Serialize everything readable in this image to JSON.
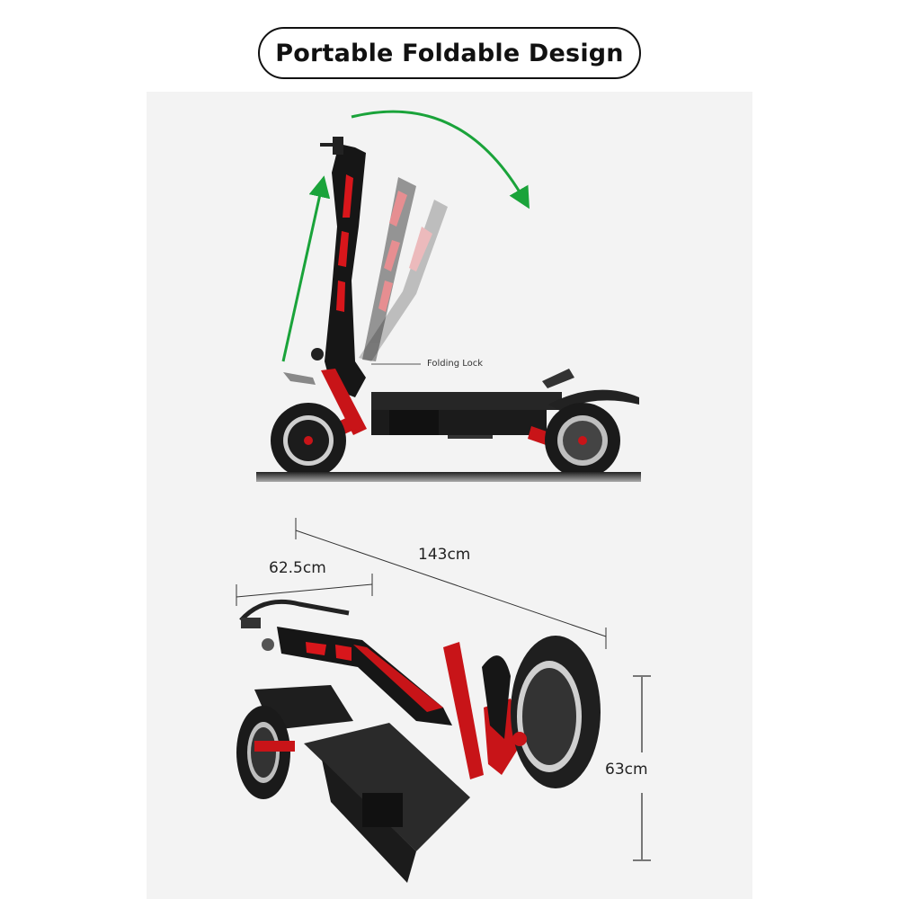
{
  "title": "Portable Foldable Design",
  "top_illustration": {
    "description": "electric-scooter-unfolded-side-view",
    "callout": "Folding Lock",
    "arrow_color": "#1aa33a",
    "accent_color": "#d8161b"
  },
  "bottom_illustration": {
    "description": "electric-scooter-folded-three-quarter-view",
    "dimensions": {
      "length": "143cm",
      "handlebar_width": "62.5cm",
      "height": "63cm"
    }
  },
  "colors": {
    "panel_bg": "#f3f3f3",
    "frame": "#161616",
    "accent": "#d8161b",
    "arrow": "#1aa33a"
  }
}
